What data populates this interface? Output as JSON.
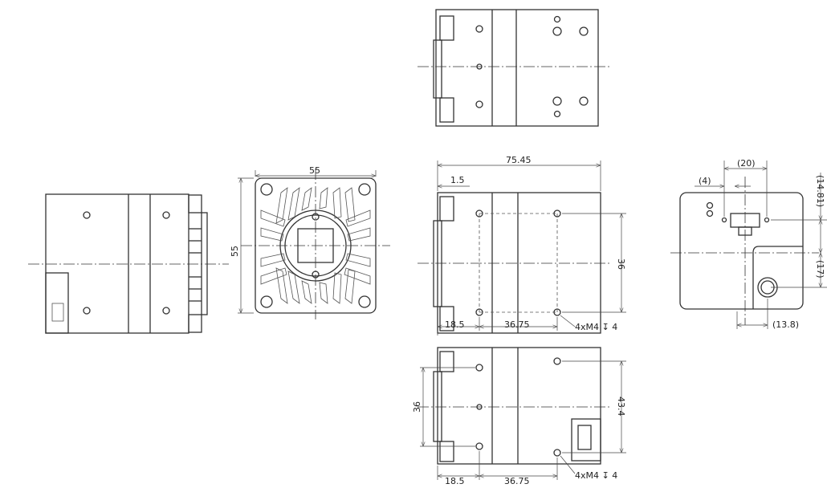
{
  "front_view": {
    "width": "55",
    "height": "55"
  },
  "side_view": {
    "length": "75.45",
    "flange": "1.5",
    "hole_spacing_v": "36",
    "offset": "18.5",
    "hole_spacing_h": "36.75",
    "thread_note": "4xM4 ↧ 4"
  },
  "bottom_view": {
    "hole_spacing_v": "36",
    "hole_spacing_v2": "43.4",
    "offset": "18.5",
    "hole_spacing_h": "36.75",
    "thread_note": "4xM4 ↧ 4"
  },
  "back_view": {
    "screw_span": "(20)",
    "rj45_offset": "(4)",
    "rj45_height": "(14.81)",
    "connector_height": "(17)",
    "connector_offset": "(13.8)"
  }
}
